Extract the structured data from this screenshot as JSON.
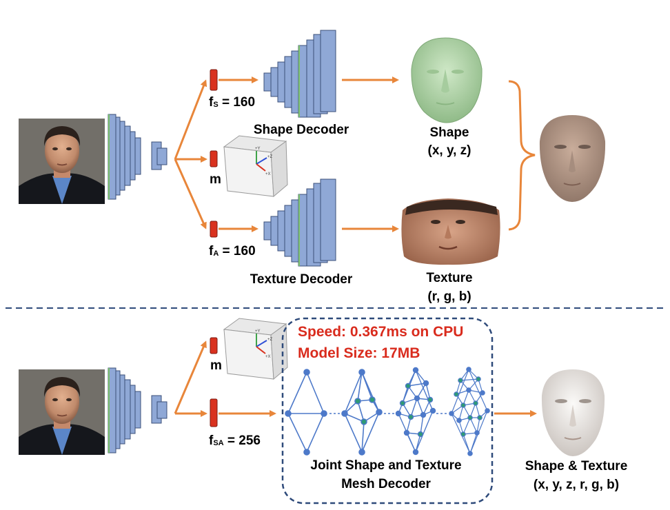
{
  "top": {
    "fs_label": {
      "symbol": "f",
      "sub": "S",
      "rest": " = 160"
    },
    "m_label": "m",
    "fa_label": {
      "symbol": "f",
      "sub": "A",
      "rest": " = 160"
    },
    "shape_decoder": "Shape Decoder",
    "texture_decoder": "Texture Decoder",
    "shape_title": "Shape",
    "shape_coords": "(x, y, z)",
    "texture_title": "Texture",
    "texture_coords": "(r, g, b)",
    "axis_labels": [
      "+Y",
      "+Z",
      "+X"
    ]
  },
  "bottom": {
    "m_label": "m",
    "fsa_label": {
      "symbol": "f",
      "sub": "SA",
      "rest": " = 256"
    },
    "speed": "Speed: 0.367ms on CPU",
    "model_size": "Model Size: 17MB",
    "decoder_line1": "Joint Shape and Texture",
    "decoder_line2": "Mesh Decoder",
    "output_line1": "Shape & Texture",
    "output_line2": "(x, y, z, r, g, b)"
  },
  "colors": {
    "arrow": "#e8863a",
    "block_face": "#8fa8d6",
    "block_edge": "#3b4f78",
    "latent_red": "#d9321f",
    "dashed_line": "#2e4a7a",
    "highlight_text": "#d92b1d",
    "mesh_edge": "#4d79c9",
    "mesh_node_blue": "#4d79c9",
    "mesh_node_green": "#2f9a76"
  }
}
